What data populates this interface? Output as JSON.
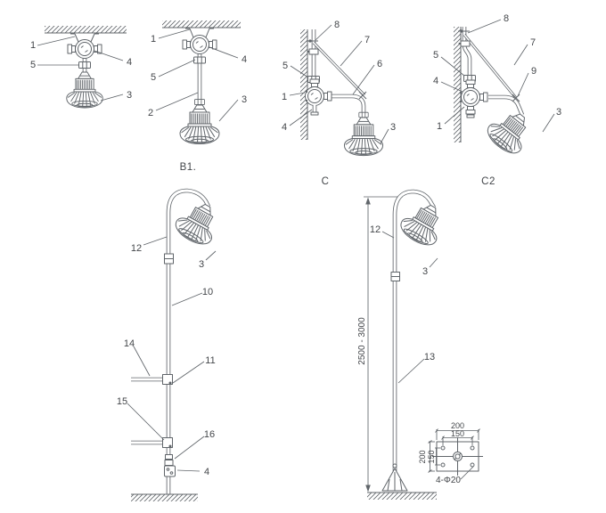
{
  "figure": {
    "background": "#ffffff",
    "line_color": "#60656a",
    "text_color": "#43464a"
  },
  "d": {
    "a": {
      "n1": "1",
      "n5": "5",
      "n4": "4",
      "n3": "3"
    },
    "b1": {
      "n1": "1",
      "n4": "4",
      "n5": "5",
      "n2": "2",
      "n3": "3",
      "caption": "B1."
    },
    "c": {
      "n8": "8",
      "n7": "7",
      "n5": "5",
      "n6": "6",
      "n1": "1",
      "n4": "4",
      "n3": "3",
      "caption": "C"
    },
    "c2": {
      "n8": "8",
      "n7": "7",
      "n5": "5",
      "n9": "9",
      "n4": "4",
      "n1": "1",
      "n3": "3",
      "caption": "C2"
    },
    "wp": {
      "n12": "12",
      "n3": "3",
      "n10": "10",
      "n14": "14",
      "n11": "11",
      "n15": "15",
      "n16": "16",
      "n4": "4"
    },
    "fp": {
      "n12": "12",
      "n3": "3",
      "n13": "13",
      "dim": "2500 - 3000"
    },
    "bp": {
      "w": "200",
      "wh": "150",
      "h": "200",
      "hh": "150",
      "holes": "4-Φ20"
    }
  }
}
